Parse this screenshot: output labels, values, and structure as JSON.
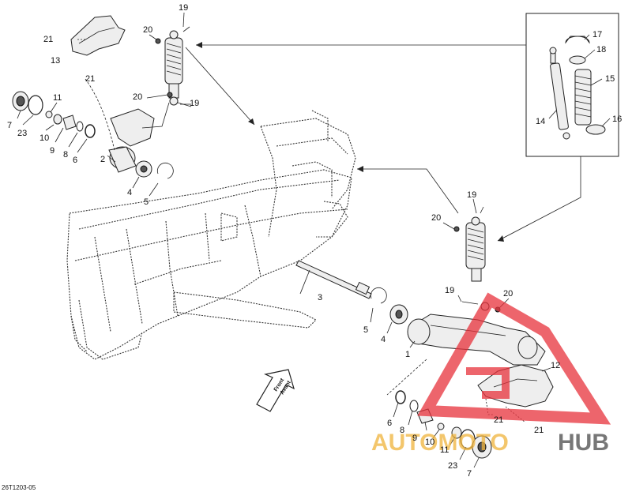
{
  "callouts": {
    "c19a": "19",
    "c20a": "20",
    "c21a": "21",
    "c13": "13",
    "c21b": "21",
    "c11a": "11",
    "c7a": "7",
    "c23a": "23",
    "c10a": "10",
    "c9a": "9",
    "c8a": "8",
    "c6a": "6",
    "c20b": "20",
    "c19b": "19",
    "c2": "2",
    "c4a": "4",
    "c5a": "5",
    "c17": "17",
    "c18": "18",
    "c15": "15",
    "c14": "14",
    "c16": "16",
    "c19c": "19",
    "c20c": "20",
    "c3": "3",
    "c19d": "19",
    "c20d": "20",
    "c5b": "5",
    "c4b": "4",
    "c1": "1",
    "c12": "12",
    "c6b": "6",
    "c8b": "8",
    "c9b": "9",
    "c21c": "21",
    "c21d": "21",
    "c10b": "10",
    "c11b": "11",
    "c23b": "23",
    "c7b": "7"
  },
  "direction_label": {
    "line1": "Front",
    "line2": "Avant"
  },
  "figure_code": "26T1203-05",
  "watermark": {
    "part1": "AUTOMOTO",
    "part2": "HUB",
    "color_accent": "#f0b43c",
    "color_dark": "#4a4a4a",
    "logo_color": "#e8323c"
  }
}
